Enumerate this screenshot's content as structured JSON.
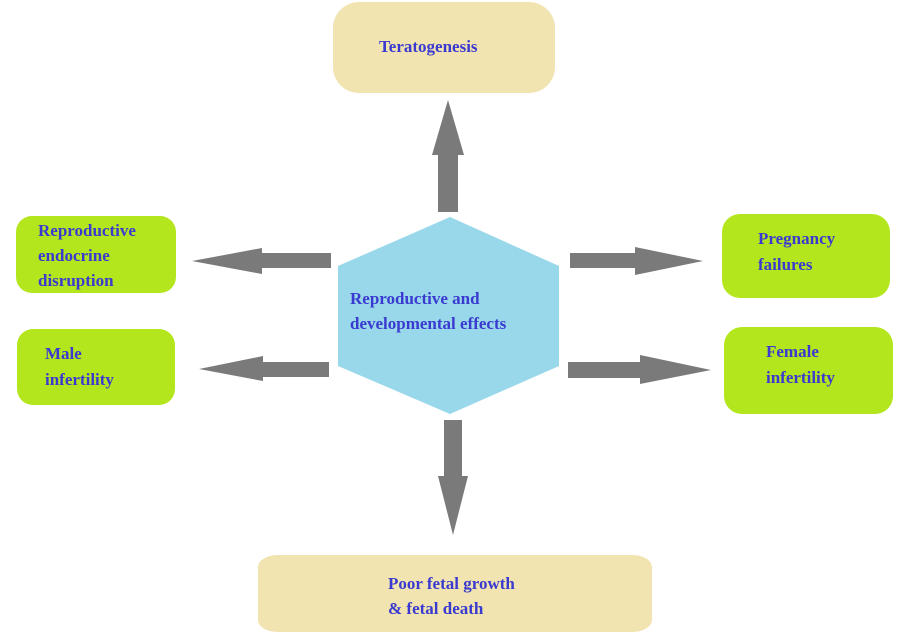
{
  "diagram": {
    "title": "Reproductive and developmental effects",
    "colors": {
      "center_fill": "#98d8ea",
      "tan_box": "#f1e4b0",
      "green_box": "#b4e61e",
      "arrow": "#7a7a7a",
      "text": "#3a3ad0"
    },
    "center": {
      "lines": [
        "Reproductive and",
        "developmental effects"
      ]
    },
    "nodes": {
      "top": {
        "lines": [
          "Teratogenesis"
        ]
      },
      "left_upper": {
        "lines": [
          "Reproductive",
          "endocrine",
          "disruption"
        ]
      },
      "left_lower": {
        "lines": [
          "Male",
          "infertility"
        ]
      },
      "right_upper": {
        "lines": [
          "Pregnancy",
          "failures"
        ]
      },
      "right_lower": {
        "lines": [
          "Female",
          "infertility"
        ]
      },
      "bottom": {
        "lines": [
          "Poor fetal growth",
          "& fetal death"
        ]
      }
    },
    "edges": [
      {
        "from": "center",
        "to": "top"
      },
      {
        "from": "center",
        "to": "left_upper"
      },
      {
        "from": "center",
        "to": "left_lower"
      },
      {
        "from": "center",
        "to": "right_upper"
      },
      {
        "from": "center",
        "to": "right_lower"
      },
      {
        "from": "center",
        "to": "bottom"
      }
    ]
  }
}
